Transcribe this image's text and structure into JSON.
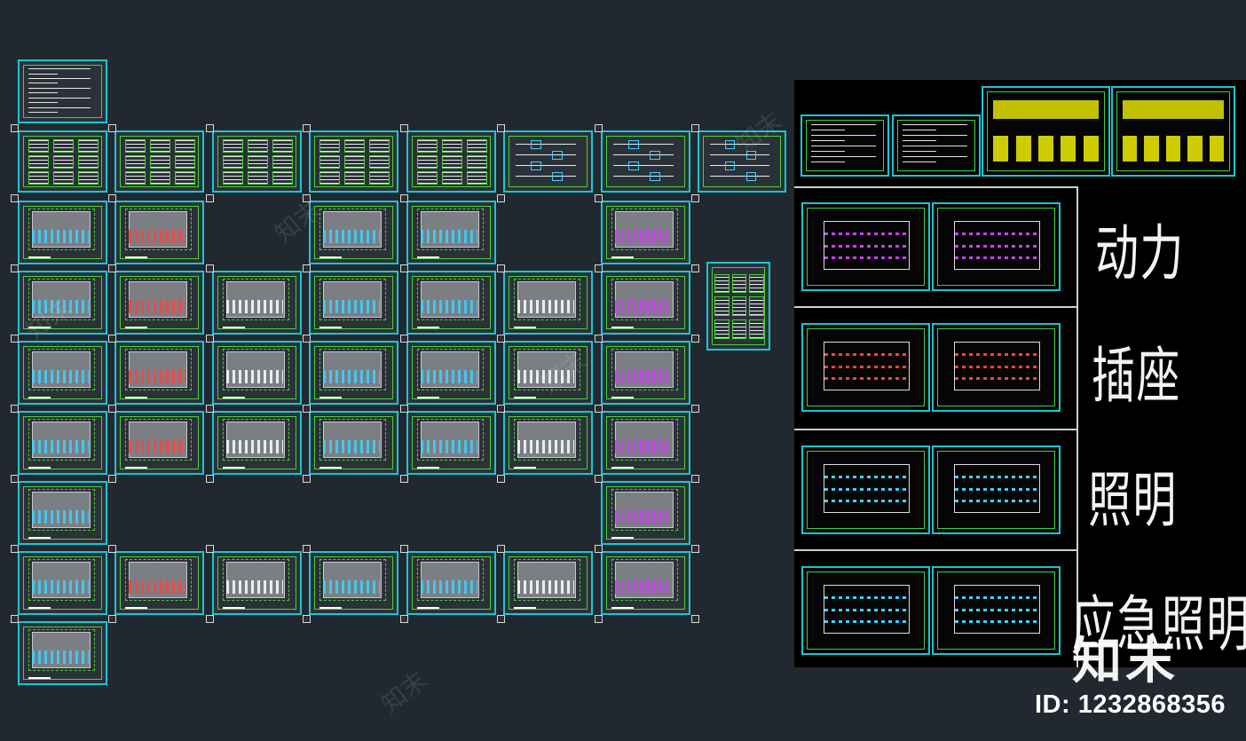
{
  "categories": {
    "power": "动力",
    "socket": "插座",
    "lighting": "照明",
    "emergency": "应急照明"
  },
  "branding": {
    "logo": "知末",
    "id_label": "ID: 1232868356"
  },
  "colors": {
    "background": "#212830",
    "sheet_border": "#19c6d2",
    "line_green": "#4ecf3a",
    "panel_black": "#000000"
  }
}
